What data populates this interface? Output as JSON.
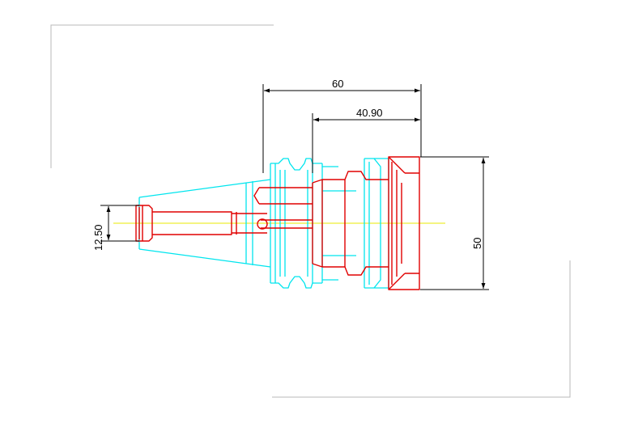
{
  "drawing": {
    "dimensions": {
      "overall_length": "60",
      "front_length": "40.90",
      "shank_diameter": "12.50",
      "outer_diameter": "50"
    },
    "colors": {
      "holder_outline": "#00e5ee",
      "tool_outline": "#e00000",
      "dimension_lines": "#000000",
      "centerline": "#e8e800",
      "frame": "#b8b8b8"
    }
  }
}
